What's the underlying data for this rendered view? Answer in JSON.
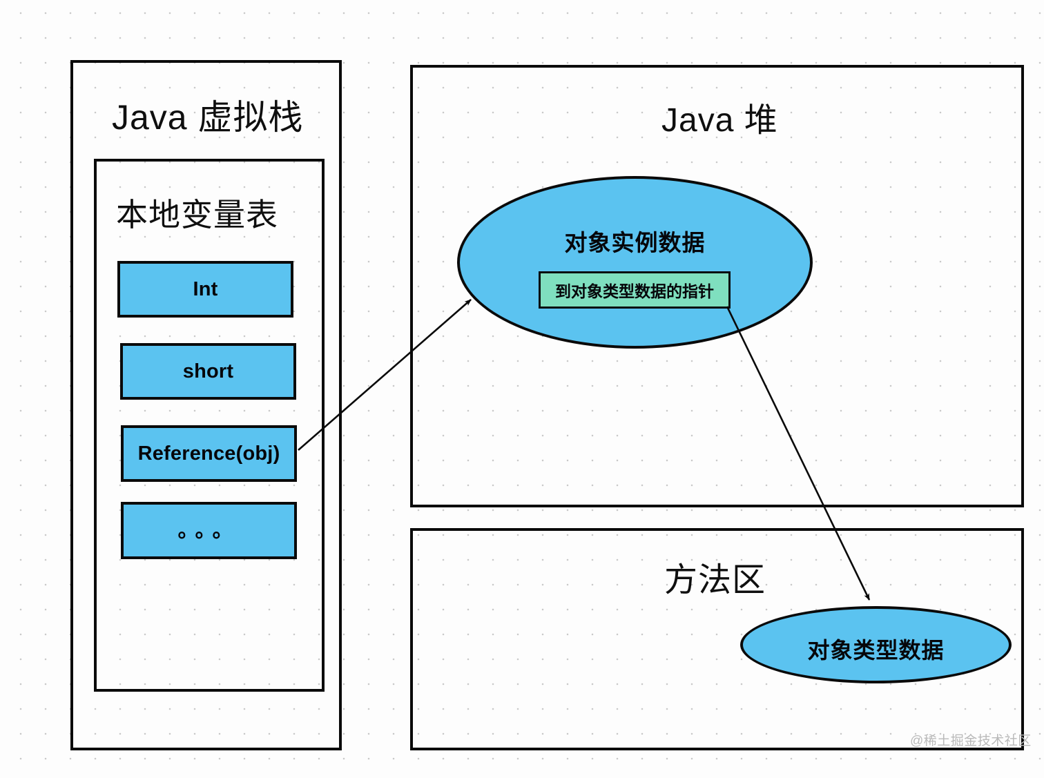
{
  "diagram": {
    "title_semantic": "jvm-memory-layout",
    "colors": {
      "slot_fill": "#5bc3f0",
      "pointer_fill": "#7fdfbf",
      "stroke": "#0a0a0a",
      "background": "#fdfdfd",
      "grid_dot": "#c9c9c9",
      "watermark": "#b9b9b9"
    }
  },
  "stack_region": {
    "title": "Java 虚拟栈",
    "inner": {
      "title": "本地变量表",
      "slots": [
        {
          "label": "Int"
        },
        {
          "label": "short"
        },
        {
          "label": "Reference(obj)"
        },
        {
          "label": "。。。"
        }
      ]
    }
  },
  "heap_region": {
    "title": "Java 堆",
    "object_instance": {
      "label": "对象实例数据",
      "pointer_box": {
        "label": "到对象类型数据的指针"
      }
    }
  },
  "method_area_region": {
    "title": "方法区",
    "object_type": {
      "label": "对象类型数据"
    }
  },
  "arrows": [
    {
      "name": "reference-to-instance-arrow",
      "from": "Reference(obj)",
      "to": "对象实例数据"
    },
    {
      "name": "pointer-to-type-arrow",
      "from": "到对象类型数据的指针",
      "to": "对象类型数据"
    }
  ],
  "watermark": {
    "text": "@稀土掘金技术社区"
  }
}
